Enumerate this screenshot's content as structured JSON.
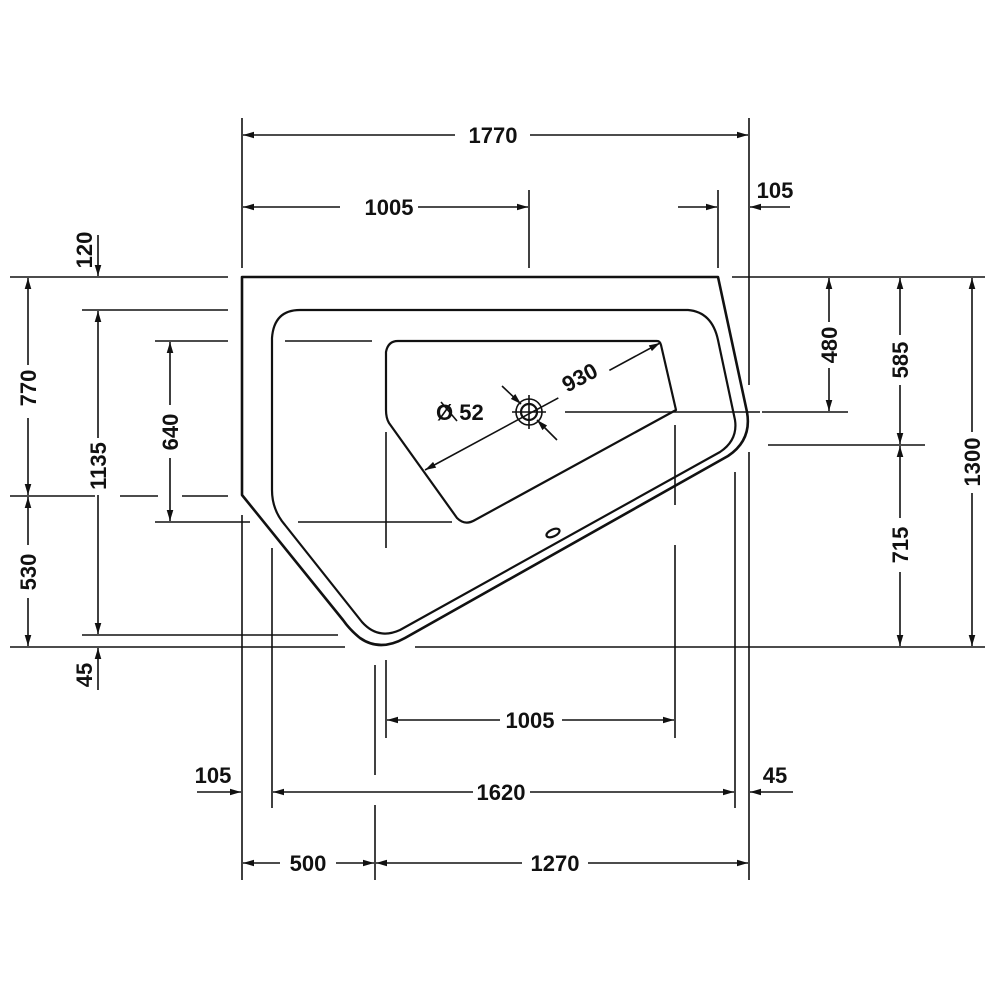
{
  "drawing": {
    "title": "Corner bathtub plan view dimension drawing",
    "units": "mm",
    "line_color": "#111111",
    "background": "#ffffff"
  },
  "dimensions": {
    "top": {
      "overall_width": "1770",
      "basin_offset": "1005",
      "right_offset": "105"
    },
    "left": {
      "top_margin": "120",
      "upper_height": "770",
      "lower_height": "530",
      "inner_depth": "1135",
      "basin_depth": "640",
      "bottom_margin": "45"
    },
    "right": {
      "drain_offset": "480",
      "upper_right": "585",
      "lower_right": "715",
      "overall_height": "1300"
    },
    "basin": {
      "drain_diameter": "Ø 52",
      "diagonal_length": "930"
    },
    "bottom": {
      "basin_width": "1005",
      "left_offset": "105",
      "inner_width": "1620",
      "right_offset": "45",
      "left_segment": "500",
      "right_segment": "1270"
    }
  }
}
